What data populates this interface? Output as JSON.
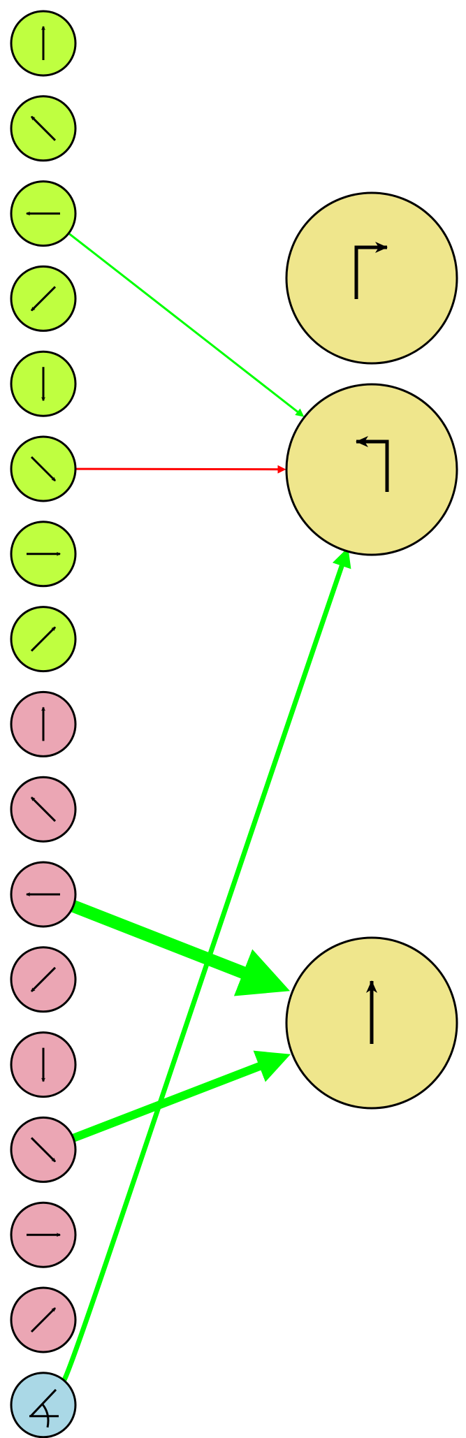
{
  "colors": {
    "green_node": "#bfff40",
    "pink_node": "#eba6b4",
    "blue_node": "#aad8e6",
    "target_node": "#efe68c",
    "edge_green": "#00ff00",
    "edge_red": "#ff0000",
    "stroke": "#000000"
  },
  "nodes": [
    {
      "id": "g-up",
      "group": "green",
      "glyph": "arrow-up-icon"
    },
    {
      "id": "g-up-left",
      "group": "green",
      "glyph": "arrow-up-left-icon"
    },
    {
      "id": "g-left",
      "group": "green",
      "glyph": "arrow-left-icon"
    },
    {
      "id": "g-down-left",
      "group": "green",
      "glyph": "arrow-down-left-icon"
    },
    {
      "id": "g-down",
      "group": "green",
      "glyph": "arrow-down-icon"
    },
    {
      "id": "g-down-right",
      "group": "green",
      "glyph": "arrow-down-right-icon"
    },
    {
      "id": "g-right",
      "group": "green",
      "glyph": "arrow-right-icon"
    },
    {
      "id": "g-up-right",
      "group": "green",
      "glyph": "arrow-up-right-icon"
    },
    {
      "id": "p-up",
      "group": "pink",
      "glyph": "arrow-up-icon"
    },
    {
      "id": "p-up-left",
      "group": "pink",
      "glyph": "arrow-up-left-icon"
    },
    {
      "id": "p-left",
      "group": "pink",
      "glyph": "arrow-left-icon"
    },
    {
      "id": "p-down-left",
      "group": "pink",
      "glyph": "arrow-down-left-icon"
    },
    {
      "id": "p-down",
      "group": "pink",
      "glyph": "arrow-down-icon"
    },
    {
      "id": "p-down-right",
      "group": "pink",
      "glyph": "arrow-down-right-icon"
    },
    {
      "id": "p-right",
      "group": "pink",
      "glyph": "arrow-right-icon"
    },
    {
      "id": "p-up-right",
      "group": "pink",
      "glyph": "arrow-up-right-icon"
    },
    {
      "id": "b-angle",
      "group": "blue",
      "glyph": "angle-icon"
    },
    {
      "id": "t-turn-right",
      "group": "target",
      "glyph": "turn-right-icon"
    },
    {
      "id": "t-turn-left",
      "group": "target",
      "glyph": "turn-left-icon"
    },
    {
      "id": "t-straight",
      "group": "target",
      "glyph": "straight-up-icon"
    }
  ],
  "edges": [
    {
      "from": "g-left",
      "to": "t-turn-left",
      "color": "green",
      "weight": 1
    },
    {
      "from": "g-down-right",
      "to": "t-turn-left",
      "color": "red",
      "weight": 1
    },
    {
      "from": "b-angle",
      "to": "t-turn-left",
      "color": "green",
      "weight": 2
    },
    {
      "from": "p-left",
      "to": "t-straight",
      "color": "green",
      "weight": 4
    },
    {
      "from": "p-down-right",
      "to": "t-straight",
      "color": "green",
      "weight": 3
    }
  ]
}
